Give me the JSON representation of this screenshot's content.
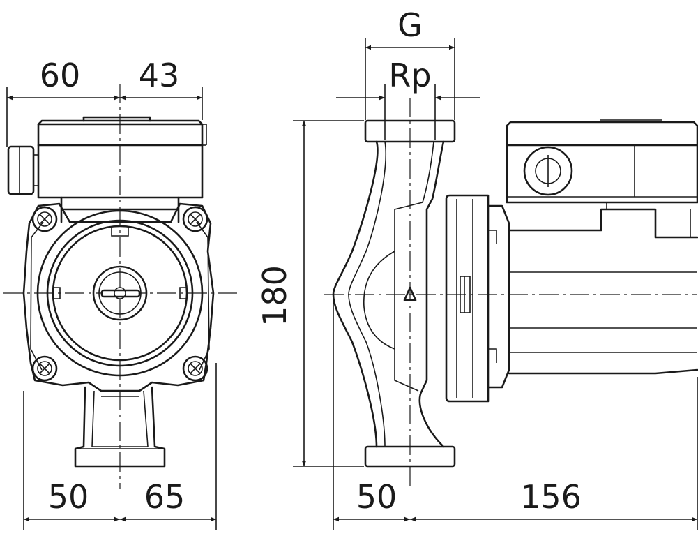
{
  "colors": {
    "line": "#1a1a1a",
    "background": "#ffffff",
    "arrow": "#1a1a1a"
  },
  "front_view": {
    "top_left_width": "60",
    "top_right_width": "43",
    "bottom_left_width": "50",
    "bottom_right_width": "65"
  },
  "side_view": {
    "connection_thread": "G",
    "pipe_thread": "Rp",
    "overall_height": "180",
    "port_offset": "50",
    "motor_length": "156"
  }
}
